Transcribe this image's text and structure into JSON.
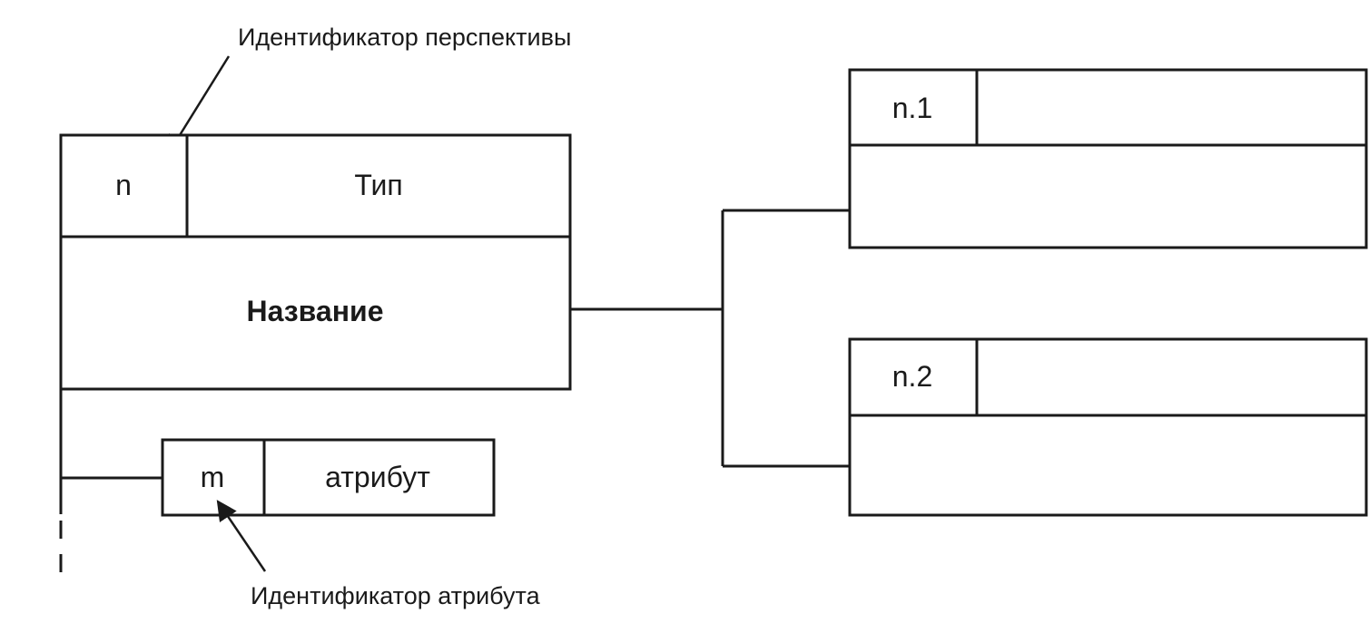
{
  "perspective": {
    "id": "n",
    "type": "Тип",
    "name": "Название"
  },
  "attribute": {
    "id": "m",
    "label": "атрибут"
  },
  "children": [
    {
      "id": "n.1",
      "label": ""
    },
    {
      "id": "n.2",
      "label": ""
    }
  ],
  "annotations": {
    "perspective_id": "Идентификатор перспективы",
    "attribute_id": "Идентификатор атрибута"
  },
  "colors": {
    "stroke": "#1a1a1a",
    "background": "#ffffff"
  }
}
